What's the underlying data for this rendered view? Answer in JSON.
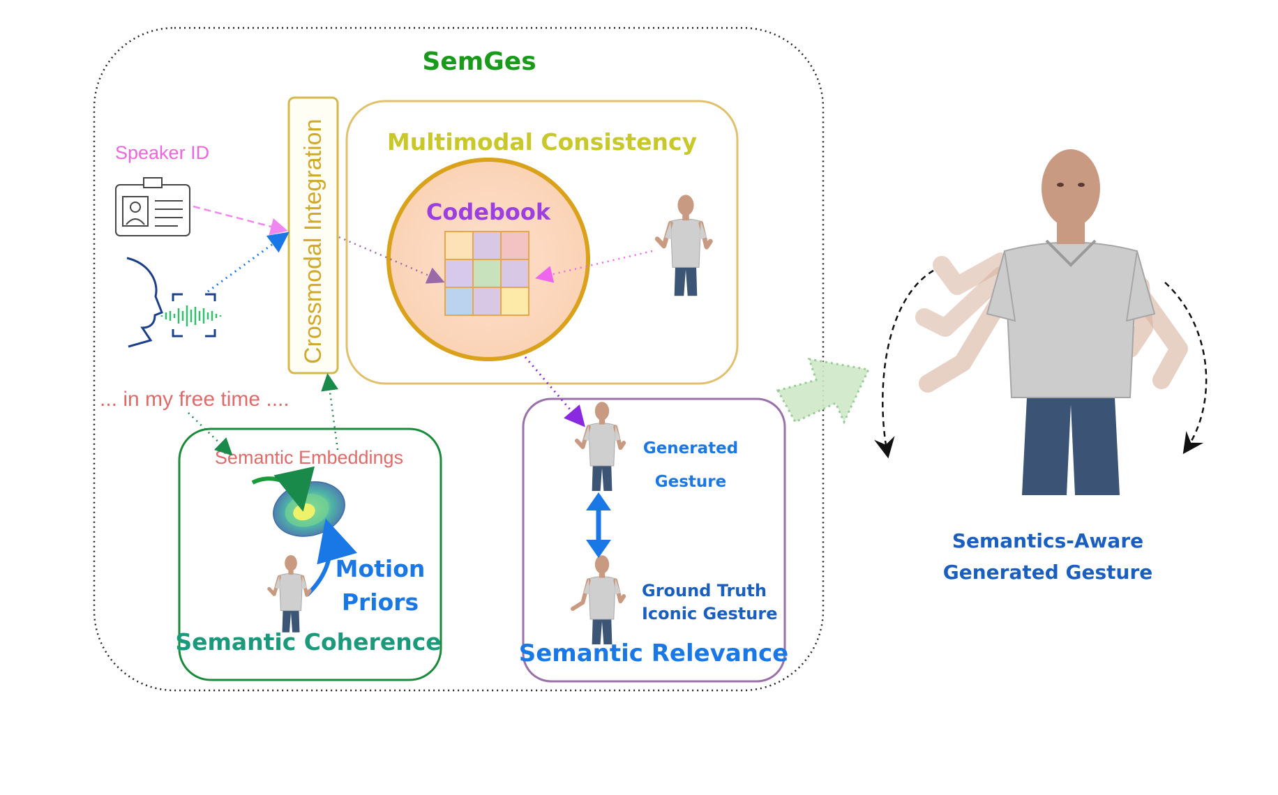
{
  "title": "SemGes",
  "inputs": {
    "speaker_id": "Speaker ID",
    "text_snippet": "... in my free time ...."
  },
  "crossmodal": {
    "label": "Crossmodal Integration"
  },
  "multimodal": {
    "title": "Multimodal Consistency",
    "codebook": "Codebook",
    "codebook_colors": [
      "#fde2b8",
      "#d9c7e6",
      "#f3c2c2",
      "#d7c9ec",
      "#c8e2bd",
      "#d9c7e6",
      "#bcd3ef",
      "#d9c7e6",
      "#fdeaa8"
    ]
  },
  "coherence": {
    "embeddings": "Semantic Embeddings",
    "priors_line1": "Motion",
    "priors_line2": "Priors",
    "title": "Semantic Coherence"
  },
  "relevance": {
    "generated_line1": "Generated",
    "generated_line2": "Gesture",
    "gt_line1": "Ground Truth",
    "gt_line2": "Iconic Gesture",
    "title": "Semantic Relevance"
  },
  "output": {
    "line1": "Semantics-Aware",
    "line2": "Generated Gesture"
  },
  "colors": {
    "title_green": "#1a9a1a",
    "pink": "#ee66dd",
    "salmon": "#e06a6a",
    "olive": "#c8c82a",
    "purple": "#9b3fe0",
    "orange": "#d9a21a",
    "teal": "#1a9a7a",
    "blue": "#1a78e6",
    "dark_green": "#1a8a3a",
    "violet_box": "#9a70a8"
  }
}
